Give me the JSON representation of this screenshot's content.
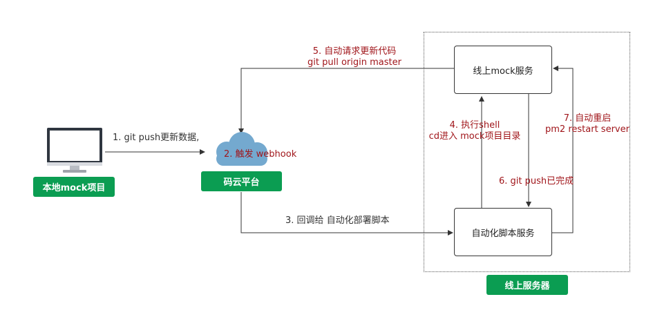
{
  "nodes": {
    "local": {
      "label": "本地mock项目"
    },
    "mayun": {
      "label": "码云平台"
    },
    "server_tag": {
      "label": "线上服务器"
    },
    "online_service": {
      "label": "线上mock服务"
    },
    "auto_script": {
      "label": "自动化脚本服务"
    }
  },
  "edges": {
    "step1": {
      "label": "1. git push更新数据,"
    },
    "step2": {
      "label": "2. 触发 webhook"
    },
    "step3": {
      "label": "3. 回调给 自动化部署脚本"
    },
    "step4": {
      "line1": "4. 执行shell",
      "line2": "cd进入 mock项目目录"
    },
    "step5": {
      "line1": "5. 自动请求更新代码",
      "line2": "git pull origin master"
    },
    "step6": {
      "label": "6. git push已完成"
    },
    "step7": {
      "line1": "7. 自动重启",
      "line2": "pm2 restart server"
    }
  },
  "icons": {
    "computer": "monitor-icon",
    "cloud": "cloud-icon"
  },
  "colors": {
    "tag_green": "#0b9d52",
    "step_red": "#a0151a",
    "cloud_blue": "#74a9cf",
    "line": "#333333"
  }
}
